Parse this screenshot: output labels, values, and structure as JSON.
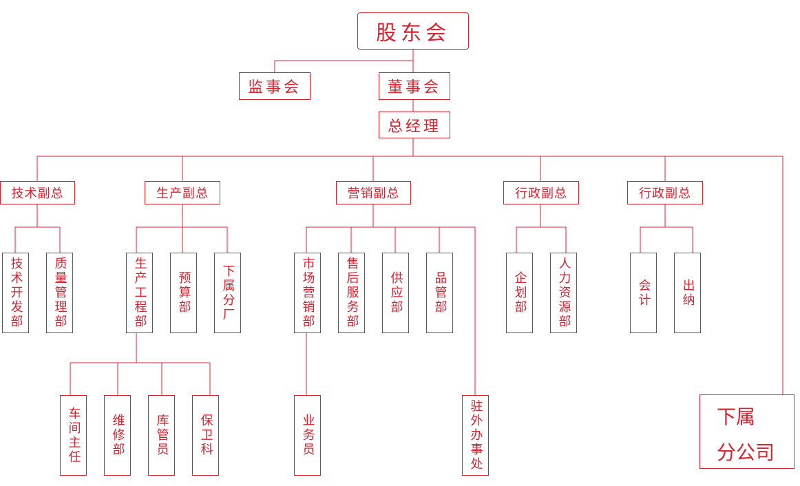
{
  "nodes": {
    "shareholders": "股东会",
    "supervisors": "监事会",
    "board": "董事会",
    "gm": "总经理",
    "vp_tech": "技术副总",
    "vp_prod": "生产副总",
    "vp_sales": "营销副总",
    "vp_admin1": "行政副总",
    "vp_admin2": "行政副总",
    "tech_dev": "技术开发部",
    "quality": "质量管理部",
    "prod_eng": "生产工程部",
    "budget": "预算部",
    "branch_factory": "下属分厂",
    "marketing": "市场营销部",
    "after_sales": "售后服务部",
    "supply": "供应部",
    "qc": "品管部",
    "planning": "企划部",
    "hr": "人力资源部",
    "accounting": "会计",
    "cashier": "出纳",
    "workshop": "车间主任",
    "maintenance": "维修部",
    "warehouse": "库管员",
    "security": "保卫科",
    "salesman": "业务员",
    "field_office": "驻外办事处",
    "subsidiary_line1": "下属",
    "subsidiary_line2": "分公司"
  },
  "colors": {
    "line": "#d9232f",
    "text": "#d9232f"
  }
}
